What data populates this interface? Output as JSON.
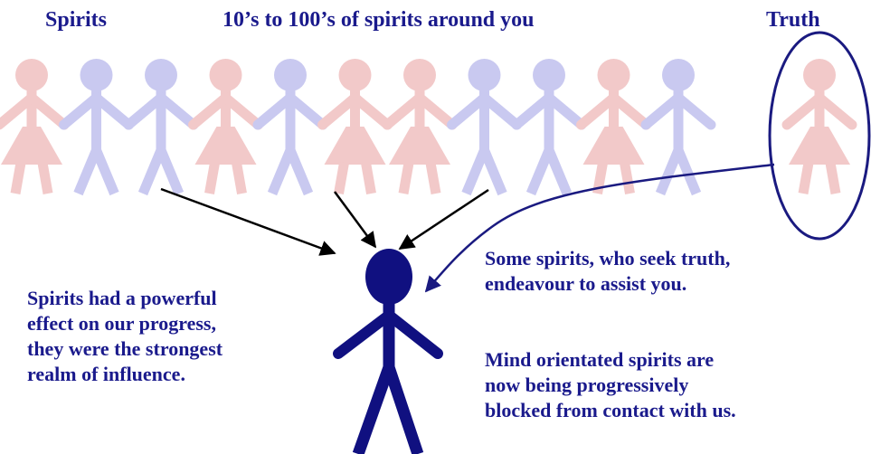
{
  "header": {
    "left": "Spirits",
    "center": "10’s to 100’s of spirits around you",
    "right": "Truth"
  },
  "left_text": [
    "Spirits had a powerful",
    "effect on our progress,",
    "they were the strongest",
    "realm of influence."
  ],
  "right_text_1": [
    "Some spirits, who seek truth,",
    "endeavour to assist you."
  ],
  "right_text_2": [
    "Mind orientated spirits are",
    "now being progressively",
    "blocked from contact with us."
  ],
  "figures": {
    "row": [
      "female",
      "male",
      "male",
      "female",
      "male",
      "female",
      "female",
      "male",
      "male",
      "female",
      "male"
    ],
    "truth_figure": "female",
    "colors": {
      "pink": "#f2c9c9",
      "lilac": "#c9c9f0",
      "text": "#1a1a8c",
      "person": "#101080",
      "arrow": "#000000",
      "truth_outline": "#1a1a80"
    }
  }
}
